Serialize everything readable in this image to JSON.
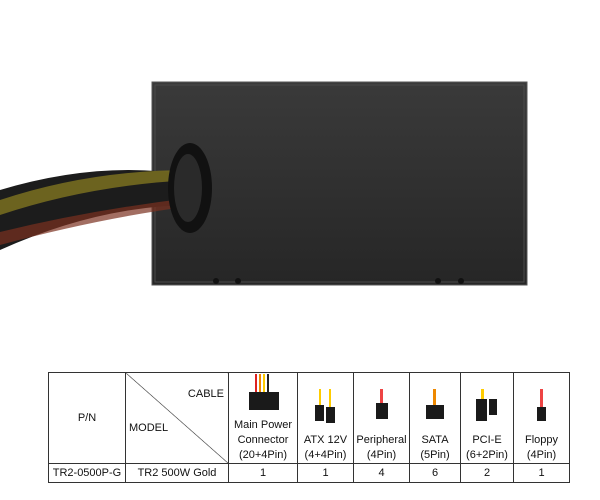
{
  "table": {
    "pn_header": "P/N",
    "cable_label": "CABLE",
    "model_label": "MODEL",
    "columns": [
      {
        "name": "Main Power",
        "line2": "Connector",
        "line3": "(20+4Pin)"
      },
      {
        "name": "",
        "line2": "ATX 12V",
        "line3": "(4+4Pin)"
      },
      {
        "name": "",
        "line2": "Peripheral",
        "line3": "(4Pin)"
      },
      {
        "name": "",
        "line2": "SATA",
        "line3": "(5Pin)"
      },
      {
        "name": "",
        "line2": "PCI-E",
        "line3": "(6+2Pin)"
      },
      {
        "name": "",
        "line2": "Floppy",
        "line3": "(4Pin)"
      }
    ],
    "rows": [
      {
        "pn": "TR2-0500P-G",
        "model": "TR2 500W Gold",
        "counts": [
          "1",
          "1",
          "4",
          "6",
          "2",
          "1"
        ]
      }
    ]
  }
}
